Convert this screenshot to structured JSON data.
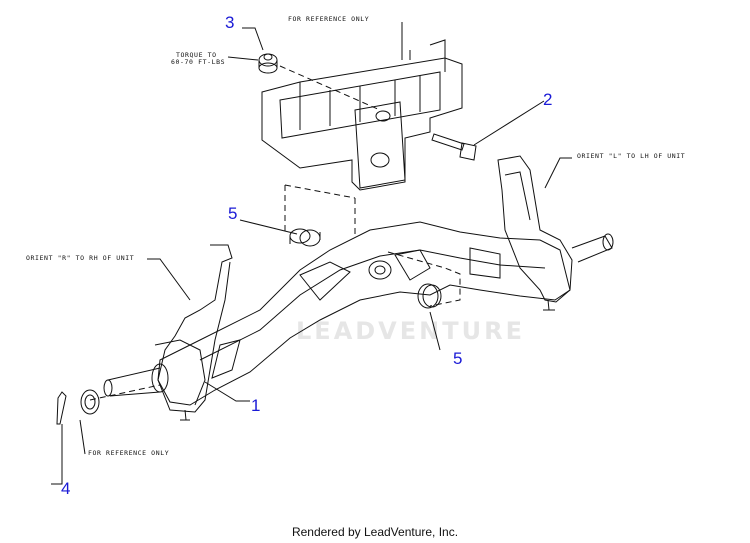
{
  "callouts": {
    "c1": "1",
    "c2": "2",
    "c3": "3",
    "c4": "4",
    "c5a": "5",
    "c5b": "5"
  },
  "notes": {
    "torque_line1": "TORQUE TO",
    "torque_line2": "60-70 FT-LBS",
    "ref_top": "FOR REFERENCE ONLY",
    "orient_l": "ORIENT \"L\" TO LH OF UNIT",
    "orient_r": "ORIENT \"R\" TO RH OF UNIT",
    "ref_bottom": "FOR REFERENCE ONLY"
  },
  "watermark": "LEADVENTURE",
  "footer": "Rendered by LeadVenture, Inc.",
  "colors": {
    "callout": "#1a1ad6",
    "line": "#111111",
    "watermark": "#e6e6e6"
  }
}
